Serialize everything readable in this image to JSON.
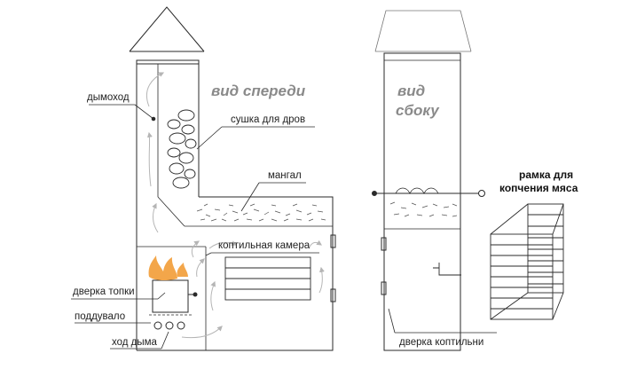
{
  "views": {
    "front_title": "вид спереди",
    "side_title_1": "вид",
    "side_title_2": "сбоку"
  },
  "labels": {
    "chimney": "дымоход",
    "wood_dryer": "сушка для дров",
    "brazier": "мангал",
    "smoking_chamber": "коптильная камера",
    "firebox_door": "дверка топки",
    "ash_pit": "поддувало",
    "smoke_path": "ход дыма",
    "smokehouse_door": "дверка коптильни"
  },
  "frame": {
    "title_1": "рамка для",
    "title_2": "копчения мяса"
  },
  "colors": {
    "line": "#2a2a2a",
    "fire": "#f3a64a",
    "arrow": "#b5b5b5",
    "title": "#8a8a8a"
  }
}
